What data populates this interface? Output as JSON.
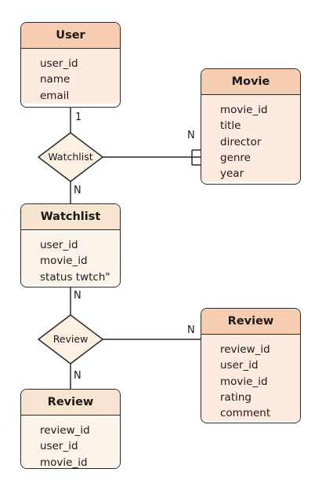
{
  "colors": {
    "stroke": "#2a2a2a",
    "entity_header_warm": "#f7cdb2",
    "entity_body_warm": "#fdebdf",
    "entity_header_cream": "#f6e4d0",
    "entity_body_cream": "#fcf4ea",
    "relationship_fill": "#fcf0e2"
  },
  "entities": {
    "user": {
      "title": "User",
      "attributes": [
        "user_id",
        "name",
        "email"
      ]
    },
    "movie": {
      "title": "Movie",
      "attributes": [
        "movie_id",
        "title",
        "director",
        "genre",
        "year"
      ]
    },
    "watchlist": {
      "title": "Watchlist",
      "attributes": [
        "user_id",
        "movie_id",
        "status twtch\""
      ]
    },
    "review_right": {
      "title": "Review",
      "attributes": [
        "review_id",
        "user_id",
        "movie_id",
        "rating",
        "comment"
      ]
    },
    "review_bottom": {
      "title": "Review",
      "attributes": [
        "review_id",
        "user_id",
        "movie_id"
      ]
    }
  },
  "relationships": {
    "watchlist": {
      "label": "Watchlist"
    },
    "review": {
      "label": "Review"
    }
  },
  "cardinalities": {
    "user_watchlist": "1",
    "movie_watchlist": "N",
    "watchlist_entity": "N",
    "watchlist_review": "N",
    "review_bottom": "N",
    "review_right": "N"
  }
}
